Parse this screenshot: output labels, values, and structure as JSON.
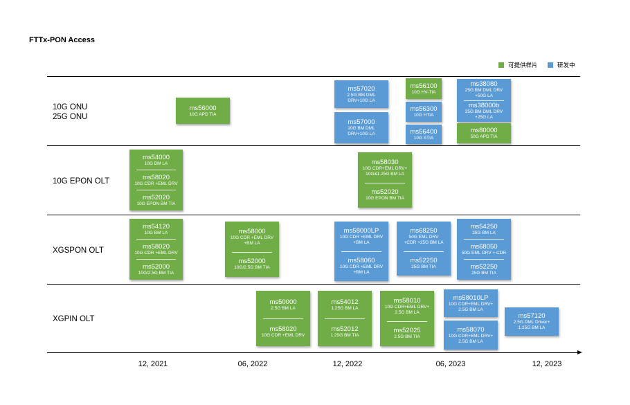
{
  "title": "FTTx-PON Access",
  "legend": {
    "available": "可提供样片",
    "developing": "研发中",
    "available_color": "#70AD47",
    "developing_color": "#5B9BD5"
  },
  "rows": [
    {
      "label_line1": "10G ONU",
      "label_line2": "25G ONU"
    },
    {
      "label_line1": "10G EPON OLT",
      "label_line2": ""
    },
    {
      "label_line1": "XGSPON OLT",
      "label_line2": ""
    },
    {
      "label_line1": "XGPIN OLT",
      "label_line2": ""
    }
  ],
  "axis_ticks": [
    "12, 2021",
    "06, 2022",
    "12, 2022",
    "06, 2023",
    "12, 2023"
  ],
  "chips": {
    "ms56000": {
      "pn": "ms56000",
      "desc": "10G APD TIA"
    },
    "ms57020": {
      "pn": "ms57020",
      "desc": "2.5G BM DML\nDRV+10G LA"
    },
    "ms57000": {
      "pn": "ms57000",
      "desc": "10G BM DML\nDRV+10G LA"
    },
    "ms56100": {
      "pn": "ms56100",
      "desc": "10G HV-TIA"
    },
    "ms56300": {
      "pn": "ms56300",
      "desc": "10G HTIA"
    },
    "ms56400": {
      "pn": "ms56400",
      "desc": "10G STIA"
    },
    "ms38080": {
      "pn": "ms38080",
      "desc": "25G BM DML DRV\n+50G LA"
    },
    "ms38000b": {
      "pn": "ms38000b",
      "desc": "25G BM DML DRV\n+25G LA"
    },
    "ms80000": {
      "pn": "ms80000",
      "desc": "50G APD TIA"
    },
    "ms54000": {
      "pn": "ms54000",
      "desc": "10G BM LA"
    },
    "ms58020a": {
      "pn": "ms58020",
      "desc": "10G CDR +EML DRV"
    },
    "ms52020a": {
      "pn": "ms52020",
      "desc": "10G EPON BM TIA"
    },
    "ms58030": {
      "pn": "ms58030",
      "desc": "10G CDR+EML DRV+\n10G&1.25G BM LA"
    },
    "ms52020b": {
      "pn": "ms52020",
      "desc": "10G EPON BM TIA"
    },
    "ms54120": {
      "pn": "ms54120",
      "desc": "10G BM LA"
    },
    "ms58020b": {
      "pn": "ms58020",
      "desc": "10G CDR +EML DRV"
    },
    "ms52000a": {
      "pn": "ms52000",
      "desc": "10G/2.5G BM TIA"
    },
    "ms58000": {
      "pn": "ms58000",
      "desc": "10G CDR +EML DRV\n+BM LA"
    },
    "ms52000b": {
      "pn": "ms52000",
      "desc": "10G/2.5G BM TIA"
    },
    "ms58000LP": {
      "pn": "ms58000LP",
      "desc": "10G CDR +EML DRV\n+BM LA"
    },
    "ms58060": {
      "pn": "ms58060",
      "desc": "10G CDR +EML DRV\n+BM LA"
    },
    "ms68250": {
      "pn": "ms68250",
      "desc": "50G EML DRV\n+CDR +25G BM LA"
    },
    "ms52250a": {
      "pn": "ms52250",
      "desc": "25G BM TIA"
    },
    "ms54250": {
      "pn": "ms54250",
      "desc": "25G BM LA"
    },
    "ms68050": {
      "pn": "ms68050",
      "desc": "50G EML DRV + CDR"
    },
    "ms52250b": {
      "pn": "ms52250",
      "desc": "25G BM TIA"
    },
    "ms50000": {
      "pn": "ms50000",
      "desc": "2.5G BM LA"
    },
    "ms58020c": {
      "pn": "ms58020",
      "desc": "10G CDR +EML DRV"
    },
    "ms54012": {
      "pn": "ms54012",
      "desc": "1.25G BM LA"
    },
    "ms52012": {
      "pn": "ms52012",
      "desc": "1.25G BM TIA"
    },
    "ms58010": {
      "pn": "ms58010",
      "desc": "10G CDR+EML DRV+\n2.5G BM LA"
    },
    "ms52025": {
      "pn": "ms52025",
      "desc": "2.5G BM TIA"
    },
    "ms58010LP": {
      "pn": "ms58010LP",
      "desc": "10G CDR+EML DRV+\n2.5G BM LA"
    },
    "ms58070": {
      "pn": "ms58070",
      "desc": "10G CDR+EML DRV+\n2.5G BM LA"
    },
    "ms57120": {
      "pn": "ms57120",
      "desc": "2.5G DML Driver+\n1.25G BM LA"
    }
  }
}
